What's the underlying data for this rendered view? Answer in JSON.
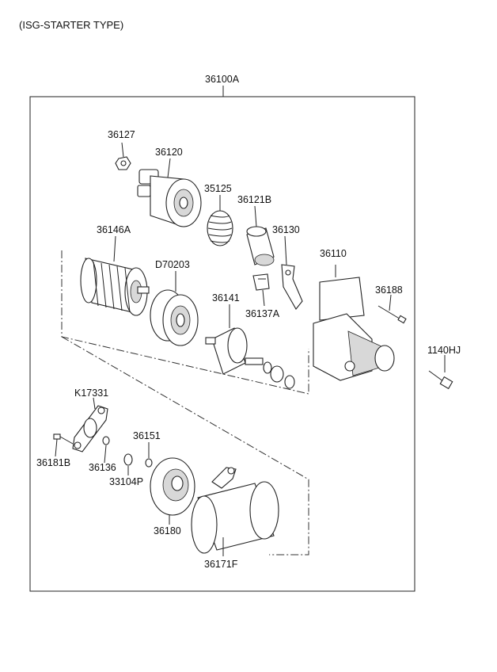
{
  "header": "(ISG-STARTER TYPE)",
  "assembly_label": "36100A",
  "labels": {
    "p36127": "36127",
    "p36120": "36120",
    "p35125": "35125",
    "p36121B": "36121B",
    "p36146A": "36146A",
    "p36130": "36130",
    "p36110": "36110",
    "pD70203": "D70203",
    "p36188": "36188",
    "p36141": "36141",
    "p36137A": "36137A",
    "p1140HJ": "1140HJ",
    "pK17331": "K17331",
    "p36151": "36151",
    "p36181B": "36181B",
    "p36136": "36136",
    "p33104P": "33104P",
    "p36180": "36180",
    "p36171F": "36171F"
  }
}
